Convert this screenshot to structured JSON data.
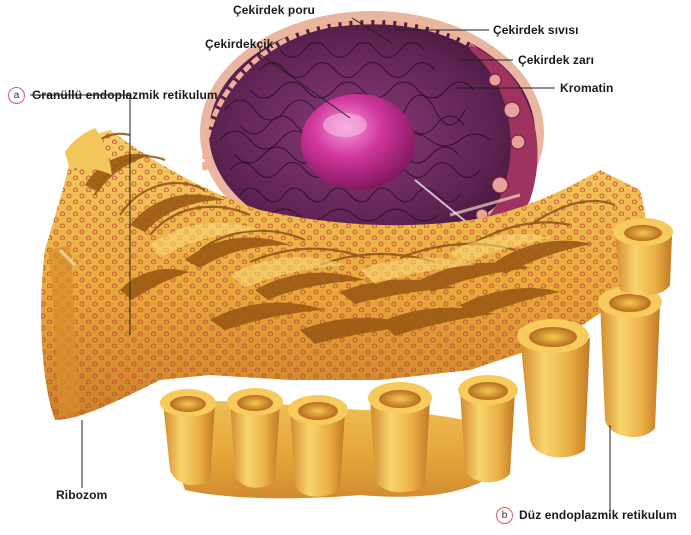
{
  "labels": {
    "cekirdek_poru": "Çekirdek poru",
    "cekirdek_sivisi": "Çekirdek sıvısı",
    "cekirdekcik": "Çekirdekçik",
    "cekirdek_zari": "Çekirdek zarı",
    "kromatin": "Kromatin",
    "granullu_er": "Granüllü endoplazmik retikulum",
    "granullu_er_marker": "a",
    "ribozom": "Ribozom",
    "duz_er": "Düz endoplazmik retikulum",
    "duz_er_marker": "b"
  },
  "colors": {
    "er_fill": "#e6a93a",
    "er_light": "#f7d36b",
    "er_dark": "#a8661a",
    "ribosome": "#c8463a",
    "nucleus": "#6b2a5c",
    "nucleolus": "#c22d8f",
    "envelope": "#e7a48c"
  }
}
